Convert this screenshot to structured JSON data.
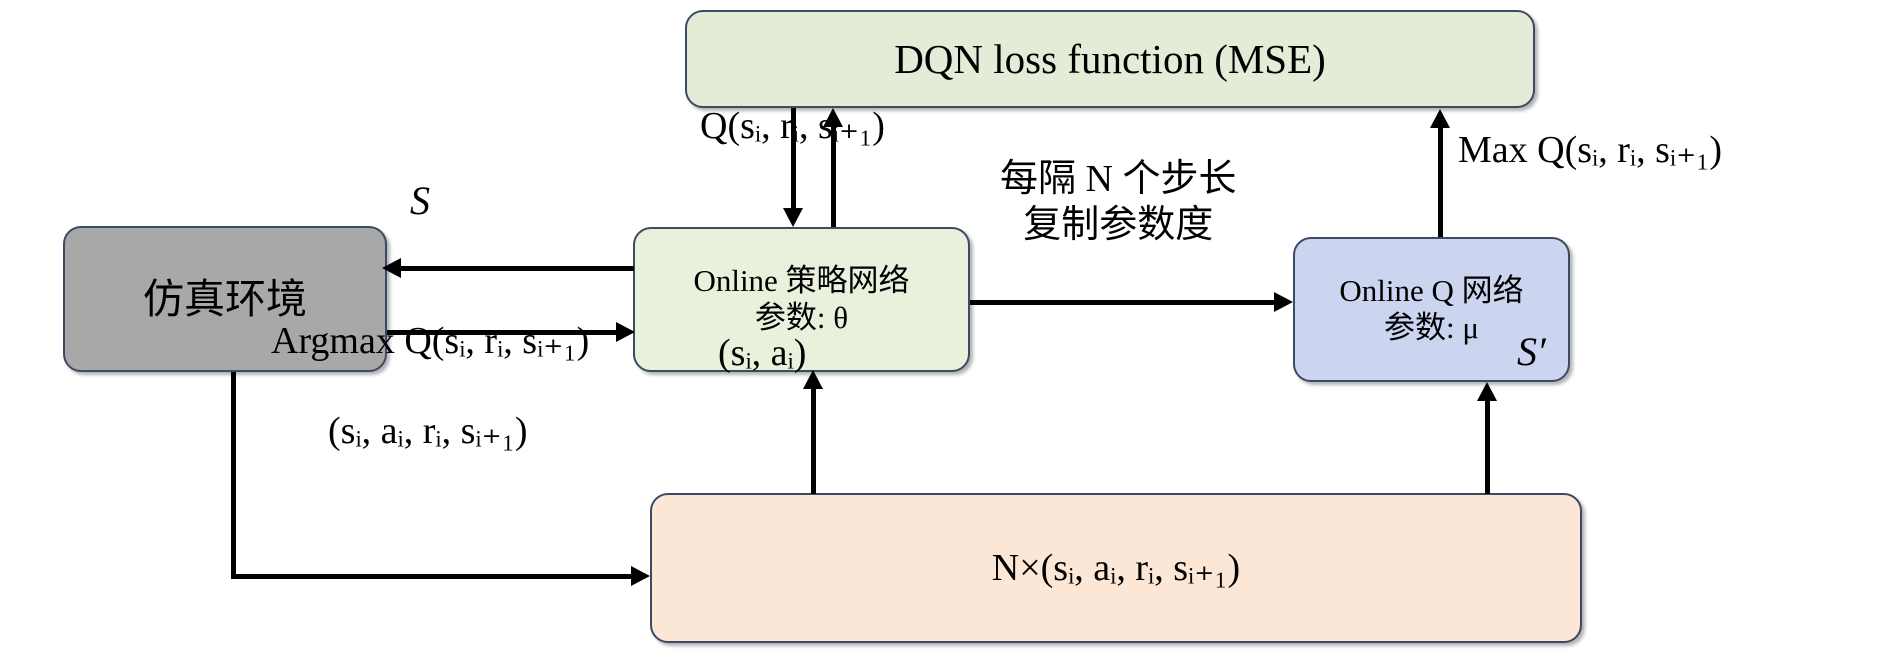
{
  "diagram": {
    "title": "DQN training loop diagram",
    "colors": {
      "dqn_box_fill": "#e4ecd7",
      "env_box_fill": "#a8a8a8",
      "policy_box_fill": "#e9f0dc",
      "q_box_fill": "#ccd5ef",
      "buffer_box_fill": "#fce7d7",
      "box_border": "#3d4a63",
      "arrow": "#000000",
      "background": "#ffffff"
    },
    "nodes": {
      "dqn_loss": {
        "label": "DQN loss function (MSE)"
      },
      "environment": {
        "label": "仿真环境"
      },
      "policy_net": {
        "line1": "Online 策略网络",
        "line2": "参数: θ"
      },
      "q_net": {
        "line1": "Online Q 网络",
        "line2": "参数: μ"
      },
      "replay_buffer": {
        "label": "N×(sᵢ, aᵢ, rᵢ, sᵢ₊₁)"
      }
    },
    "edge_labels": {
      "q_to_loss": "Q(sᵢ, rᵢ, sᵢ₊₁)",
      "max_q": "Max Q(sᵢ, rᵢ, sᵢ₊₁)",
      "copy_params_line1": "每隔 N 个步长",
      "copy_params_line2": "复制参数度",
      "state": "S",
      "argmax": "Argmax  Q(sᵢ, rᵢ, sᵢ₊₁)",
      "state_action": "(sᵢ, aᵢ)",
      "next_state": "S′",
      "transition": "(sᵢ, aᵢ, rᵢ, sᵢ₊₁)"
    }
  }
}
